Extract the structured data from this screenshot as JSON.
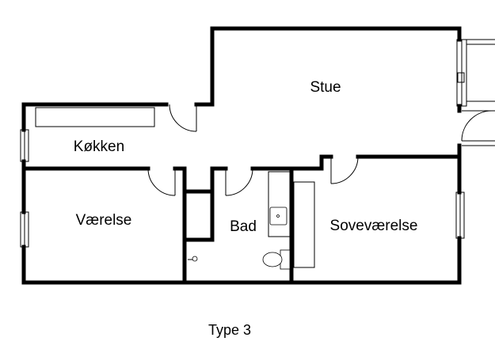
{
  "plan": {
    "rooms": {
      "stue": "Stue",
      "kokken": "Køkken",
      "vaerelse": "Værelse",
      "bad": "Bad",
      "sovevaerelse": "Soveværelse"
    },
    "caption": "Type 3"
  }
}
